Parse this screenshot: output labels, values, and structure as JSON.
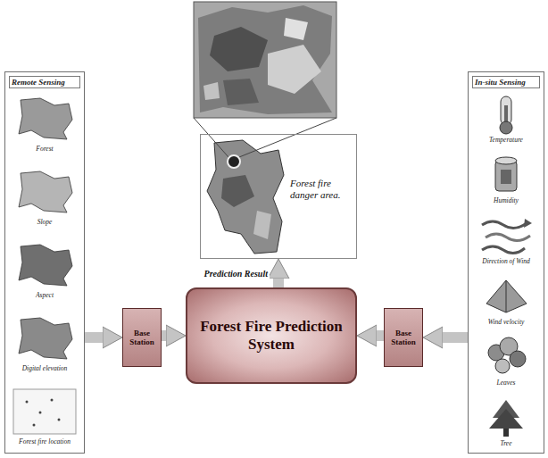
{
  "diagram": {
    "nodes": [
      {
        "text": [
          "Remote Sensing",
          "Forest",
          "Slope",
          "Aspect",
          "Digital elevation",
          "Forest fire location"
        ]
      },
      {
        "text": [
          "Base Station"
        ]
      },
      {
        "text": [
          "Forest Fire Prediction System"
        ]
      },
      {
        "text": [
          "Base Station"
        ]
      },
      {
        "text": [
          "In-situ Sensing",
          "Temperature",
          "Humidity",
          "Direction of Wind",
          "Wind velocity",
          "Leaves",
          "Tree"
        ]
      },
      {
        "text": [
          "Forest fire danger area."
        ]
      }
    ],
    "edges": [
      {
        "from": 0,
        "to": 1,
        "arrow": "to"
      },
      {
        "from": 1,
        "to": 2,
        "arrow": "to"
      },
      {
        "from": 4,
        "to": 3,
        "arrow": "to"
      },
      {
        "from": 3,
        "to": 2,
        "arrow": "to"
      },
      {
        "from": 2,
        "to": 5,
        "arrow": "to",
        "label": "Prediction Result"
      }
    ]
  }
}
